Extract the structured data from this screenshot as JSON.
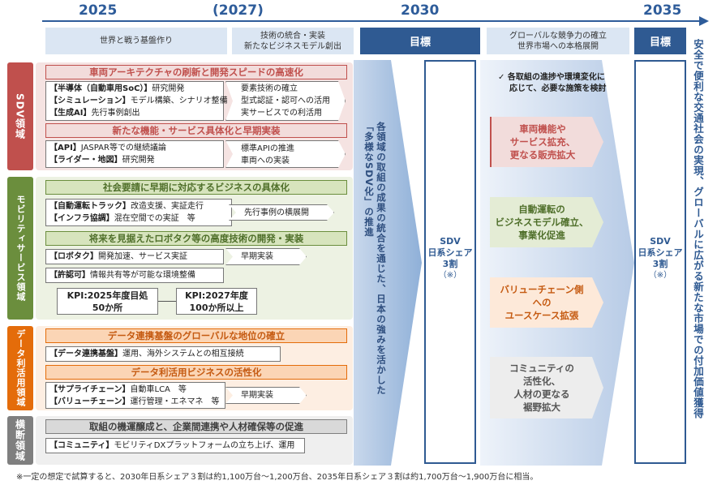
{
  "timeline": {
    "years": [
      "2025",
      "(2027)",
      "2030",
      "2035"
    ],
    "phases": [
      "世界と戦う基盤作り",
      "技術の統合・実装\n新たなビジネスモデル創出",
      "目標",
      "グローバルな競争力の確立\n世界市場への本格展開",
      "目標"
    ]
  },
  "domains": {
    "sdv": "SDV領域",
    "mobility": "モビリティサービス領域",
    "data": "データ利活用領域",
    "cross": "横断領域"
  },
  "sdv": {
    "h1": "車両アーキテクチャの刷新と開発スピードの高速化",
    "items1": [
      {
        "tag": "【半導体（自動車用SoC）】",
        "text": "研究開発"
      },
      {
        "tag": "【シミュレーション】",
        "text": "モデル構築、シナリオ整備"
      },
      {
        "tag": "【生成AI】",
        "text": "先行事例創出"
      }
    ],
    "next1": [
      "要素技術の確立",
      "型式認証・認可への活用",
      "実サービスでの利活用"
    ],
    "h2": "新たな機能・サービス具体化と早期実装",
    "items2": [
      {
        "tag": "【API】",
        "text": "JASPAR等での継続議論"
      },
      {
        "tag": "【ライダー・地図】",
        "text": "研究開発"
      }
    ],
    "next2": [
      "標準APIの推進",
      "車両への実装"
    ]
  },
  "mobility": {
    "h1": "社会要請に早期に対応するビジネスの具体化",
    "items1": [
      {
        "tag": "【自動運転トラック】",
        "text": "改造支援、実証走行"
      },
      {
        "tag": "【インフラ協調】",
        "text": "混在空間での実証　等"
      }
    ],
    "next1": "先行事例の横展開",
    "h2": "将来を見据えたロボタク等の高度技術の開発・実装",
    "item2": {
      "tag": "【ロボタク】",
      "text": "開発加速、サービス実証"
    },
    "next2": "早期実装",
    "item3": {
      "tag": "【許認可】",
      "text": "情報共有等が可能な環境整備"
    },
    "kpi1": [
      "KPI:2025年度目処",
      "50か所"
    ],
    "kpi2": [
      "KPI:2027年度",
      "100か所以上"
    ]
  },
  "data": {
    "h1": "データ連携基盤のグローバルな地位の確立",
    "item1": {
      "tag": "【データ連携基盤】",
      "text": "運用、海外システムとの相互接続"
    },
    "h2": "データ利活用ビジネスの活性化",
    "items2": [
      {
        "tag": "【サプライチェーン】",
        "text": "自動車LCA　等"
      },
      {
        "tag": "【バリューチェーン】",
        "text": "運行管理・エネマネ　等"
      }
    ],
    "next2": "早期実装"
  },
  "cross": {
    "h1": "取組の機運醸成と、企業間連携や人材確保等の促進",
    "item1": {
      "tag": "【コミュニティ】",
      "text": "モビリティDXプラットフォームの立ち上げ、運用"
    }
  },
  "integration_text": "各領域の取組の成果の統合を通じた、日本の強みを活かした「多様なSDV化」の推進",
  "goal2030": [
    "SDV",
    "日系シェア",
    "3割",
    "（※）"
  ],
  "goal2035": [
    "SDV",
    "日系シェア",
    "3割",
    "（※）"
  ],
  "note_check": [
    "✓ 各取組の進捗や環境変化に",
    "応じて、必要な施策を検討"
  ],
  "chevrons": [
    {
      "lines": [
        "車両機能や",
        "サービス拡充、",
        "更なる販売拡大"
      ],
      "color": "#c0504d"
    },
    {
      "lines": [
        "自動運転の",
        "ビジネスモデル確立、",
        "事業化促進"
      ],
      "color": "#6b8e3d"
    },
    {
      "lines": [
        "バリューチェーン側",
        "への",
        "ユースケース拡張"
      ],
      "color": "#e46c0a"
    },
    {
      "lines": [
        "コミュニティの",
        "活性化、",
        "人材の更なる",
        "裾野拡大"
      ],
      "color": "#7f7f7f"
    }
  ],
  "vision": "安全で便利な交通社会の実現、グローバルに広がる新たな市場での付加価値獲得",
  "footnote": "※一定の想定で試算すると、2030年日系シェア３割は約1,100万台～1,200万台、2035年日系シェア３割は約1,700万台～1,900万台に相当。",
  "colors": {
    "sdv": "#c0504d",
    "mobility": "#6b8e3d",
    "data": "#e46c0a",
    "cross": "#7f7f7f",
    "navy": "#2f5a92"
  }
}
